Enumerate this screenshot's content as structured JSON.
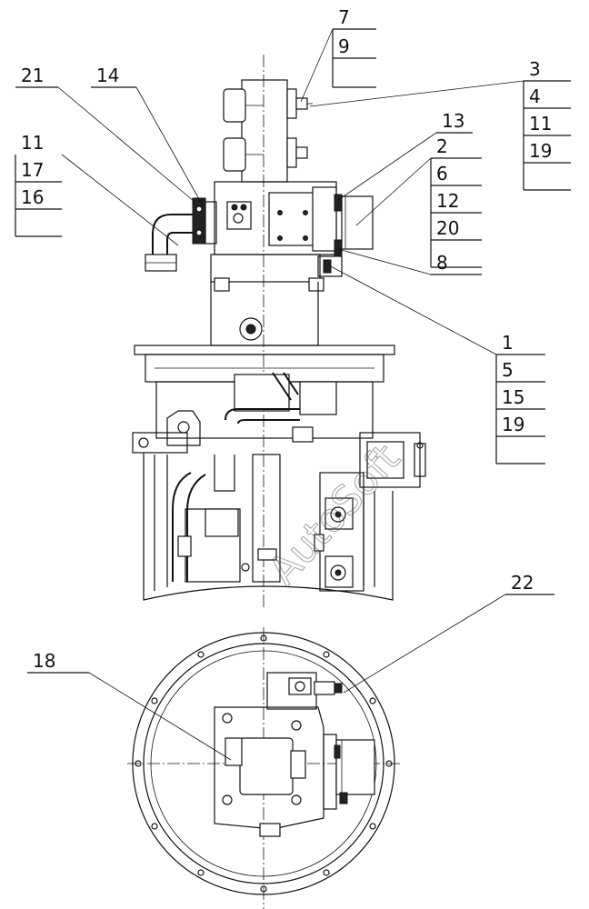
{
  "watermark": "AutoSoft",
  "callouts": [
    {
      "id": "c1",
      "labels": [
        "7",
        "9"
      ]
    },
    {
      "id": "c2",
      "labels": [
        "3",
        "4",
        "11",
        "19"
      ]
    },
    {
      "id": "c3",
      "labels": [
        "21"
      ]
    },
    {
      "id": "c4",
      "labels": [
        "14"
      ]
    },
    {
      "id": "c5",
      "labels": [
        "11",
        "17",
        "16"
      ]
    },
    {
      "id": "c6",
      "labels": [
        "13"
      ]
    },
    {
      "id": "c7",
      "labels": [
        "2",
        "6",
        "12",
        "20"
      ]
    },
    {
      "id": "c8",
      "labels": [
        "8"
      ]
    },
    {
      "id": "c9",
      "labels": [
        "1",
        "5",
        "15",
        "19"
      ]
    },
    {
      "id": "c10",
      "labels": [
        "22"
      ]
    },
    {
      "id": "c11",
      "labels": [
        "18"
      ]
    }
  ]
}
